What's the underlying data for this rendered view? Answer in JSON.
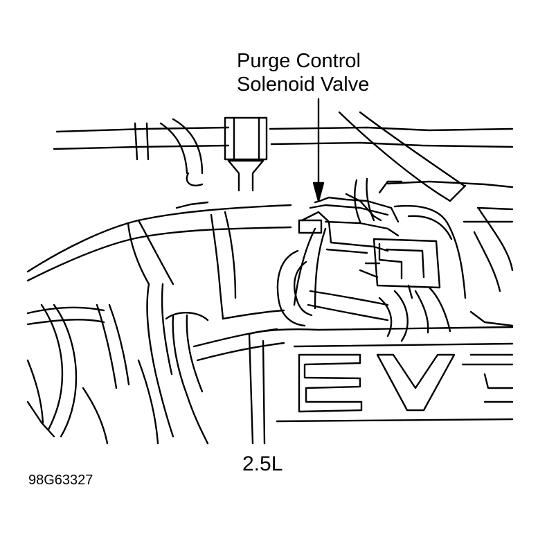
{
  "callout": {
    "line1": "Purge Control",
    "line2": "Solenoid Valve"
  },
  "engine_label": "2.5L",
  "figure_id": "98G63327",
  "colors": {
    "ink": "#000000",
    "paper": "#ffffff"
  }
}
